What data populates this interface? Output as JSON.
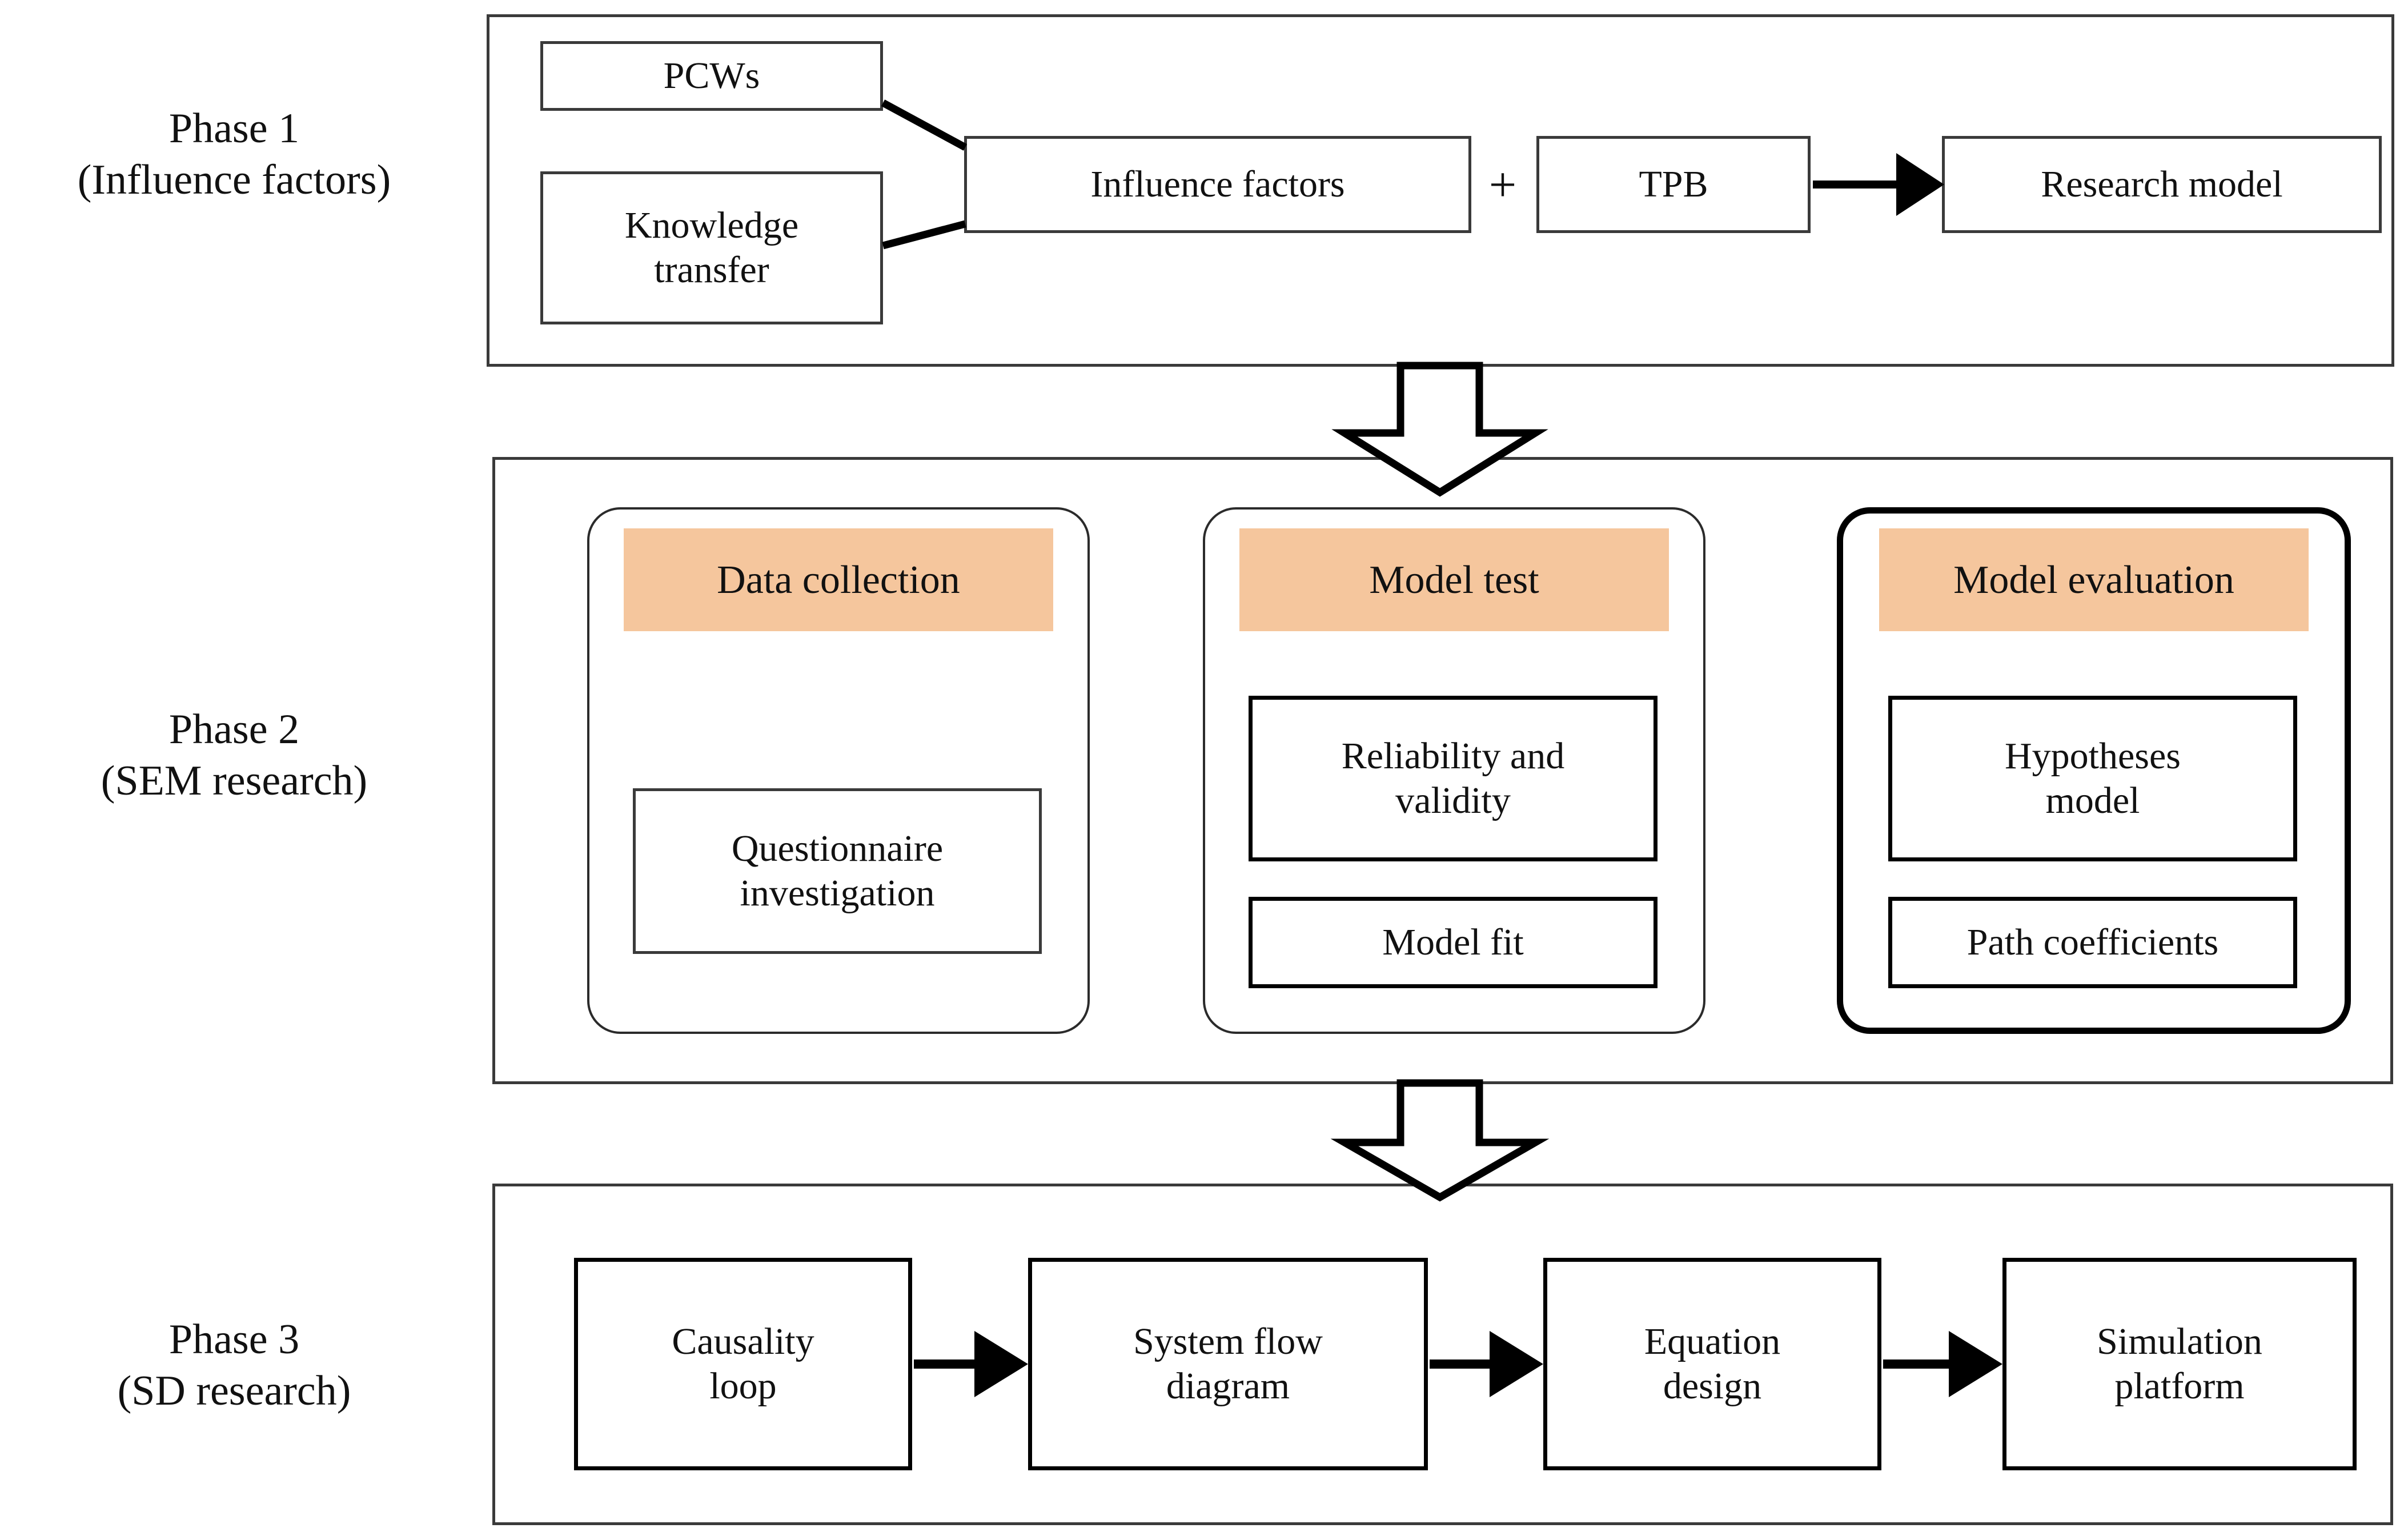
{
  "figure": {
    "type": "research-framework-flowchart",
    "accent_color": "#F5C69D",
    "line_color": "#000000"
  },
  "phases": [
    {
      "id": "phase-1",
      "label_line1": "Phase 1",
      "label_line2": "(Influence factors)",
      "nodes": [
        {
          "id": "pcws",
          "label": "PCWs"
        },
        {
          "id": "knowledge-transfer",
          "label": "Knowledge\ntransfer"
        },
        {
          "id": "influence-factors",
          "label": "Influence factors"
        },
        {
          "id": "plus",
          "label": "+"
        },
        {
          "id": "tpb",
          "label": "TPB"
        },
        {
          "id": "research-model",
          "label": "Research model"
        }
      ]
    },
    {
      "id": "phase-2",
      "label_line1": "Phase 2",
      "label_line2": "(SEM research)",
      "panels": [
        {
          "id": "data-collection",
          "header": "Data collection",
          "items": [
            "Questionnaire\ninvestigation"
          ],
          "emphasis": false
        },
        {
          "id": "model-test",
          "header": "Model test",
          "items": [
            "Reliability and\nvalidity",
            "Model fit"
          ],
          "emphasis": false
        },
        {
          "id": "model-evaluation",
          "header": "Model evaluation",
          "items": [
            "Hypotheses\nmodel",
            "Path coefficients"
          ],
          "emphasis": true
        }
      ]
    },
    {
      "id": "phase-3",
      "label_line1": "Phase 3",
      "label_line2": "(SD research)",
      "nodes": [
        {
          "id": "causality-loop",
          "label": "Causality\nloop"
        },
        {
          "id": "system-flow-diagram",
          "label": "System flow\ndiagram"
        },
        {
          "id": "equation-design",
          "label": "Equation\ndesign"
        },
        {
          "id": "simulation-platform",
          "label": "Simulation\nplatform"
        }
      ]
    }
  ],
  "text": {
    "phase1_label_1": "Phase 1",
    "phase1_label_2": "(Influence factors)",
    "phase2_label_1": "Phase 2",
    "phase2_label_2": "(SEM research)",
    "phase3_label_1": "Phase 3",
    "phase3_label_2": "(SD research)",
    "pcws": "PCWs",
    "knowledge_transfer_1": "Knowledge",
    "knowledge_transfer_2": "transfer",
    "influence_factors": "Influence factors",
    "plus": "+",
    "tpb": "TPB",
    "research_model": "Research model",
    "data_collection": "Data collection",
    "questionnaire_1": "Questionnaire",
    "questionnaire_2": "investigation",
    "model_test": "Model test",
    "reliability_1": "Reliability and",
    "reliability_2": "validity",
    "model_fit": "Model fit",
    "model_evaluation": "Model evaluation",
    "hypotheses_1": "Hypotheses",
    "hypotheses_2": "model",
    "path_coefficients": "Path coefficients",
    "causality_1": "Causality",
    "causality_2": "loop",
    "system_flow_1": "System flow",
    "system_flow_2": "diagram",
    "equation_1": "Equation",
    "equation_2": "design",
    "simulation_1": "Simulation",
    "simulation_2": "platform"
  }
}
